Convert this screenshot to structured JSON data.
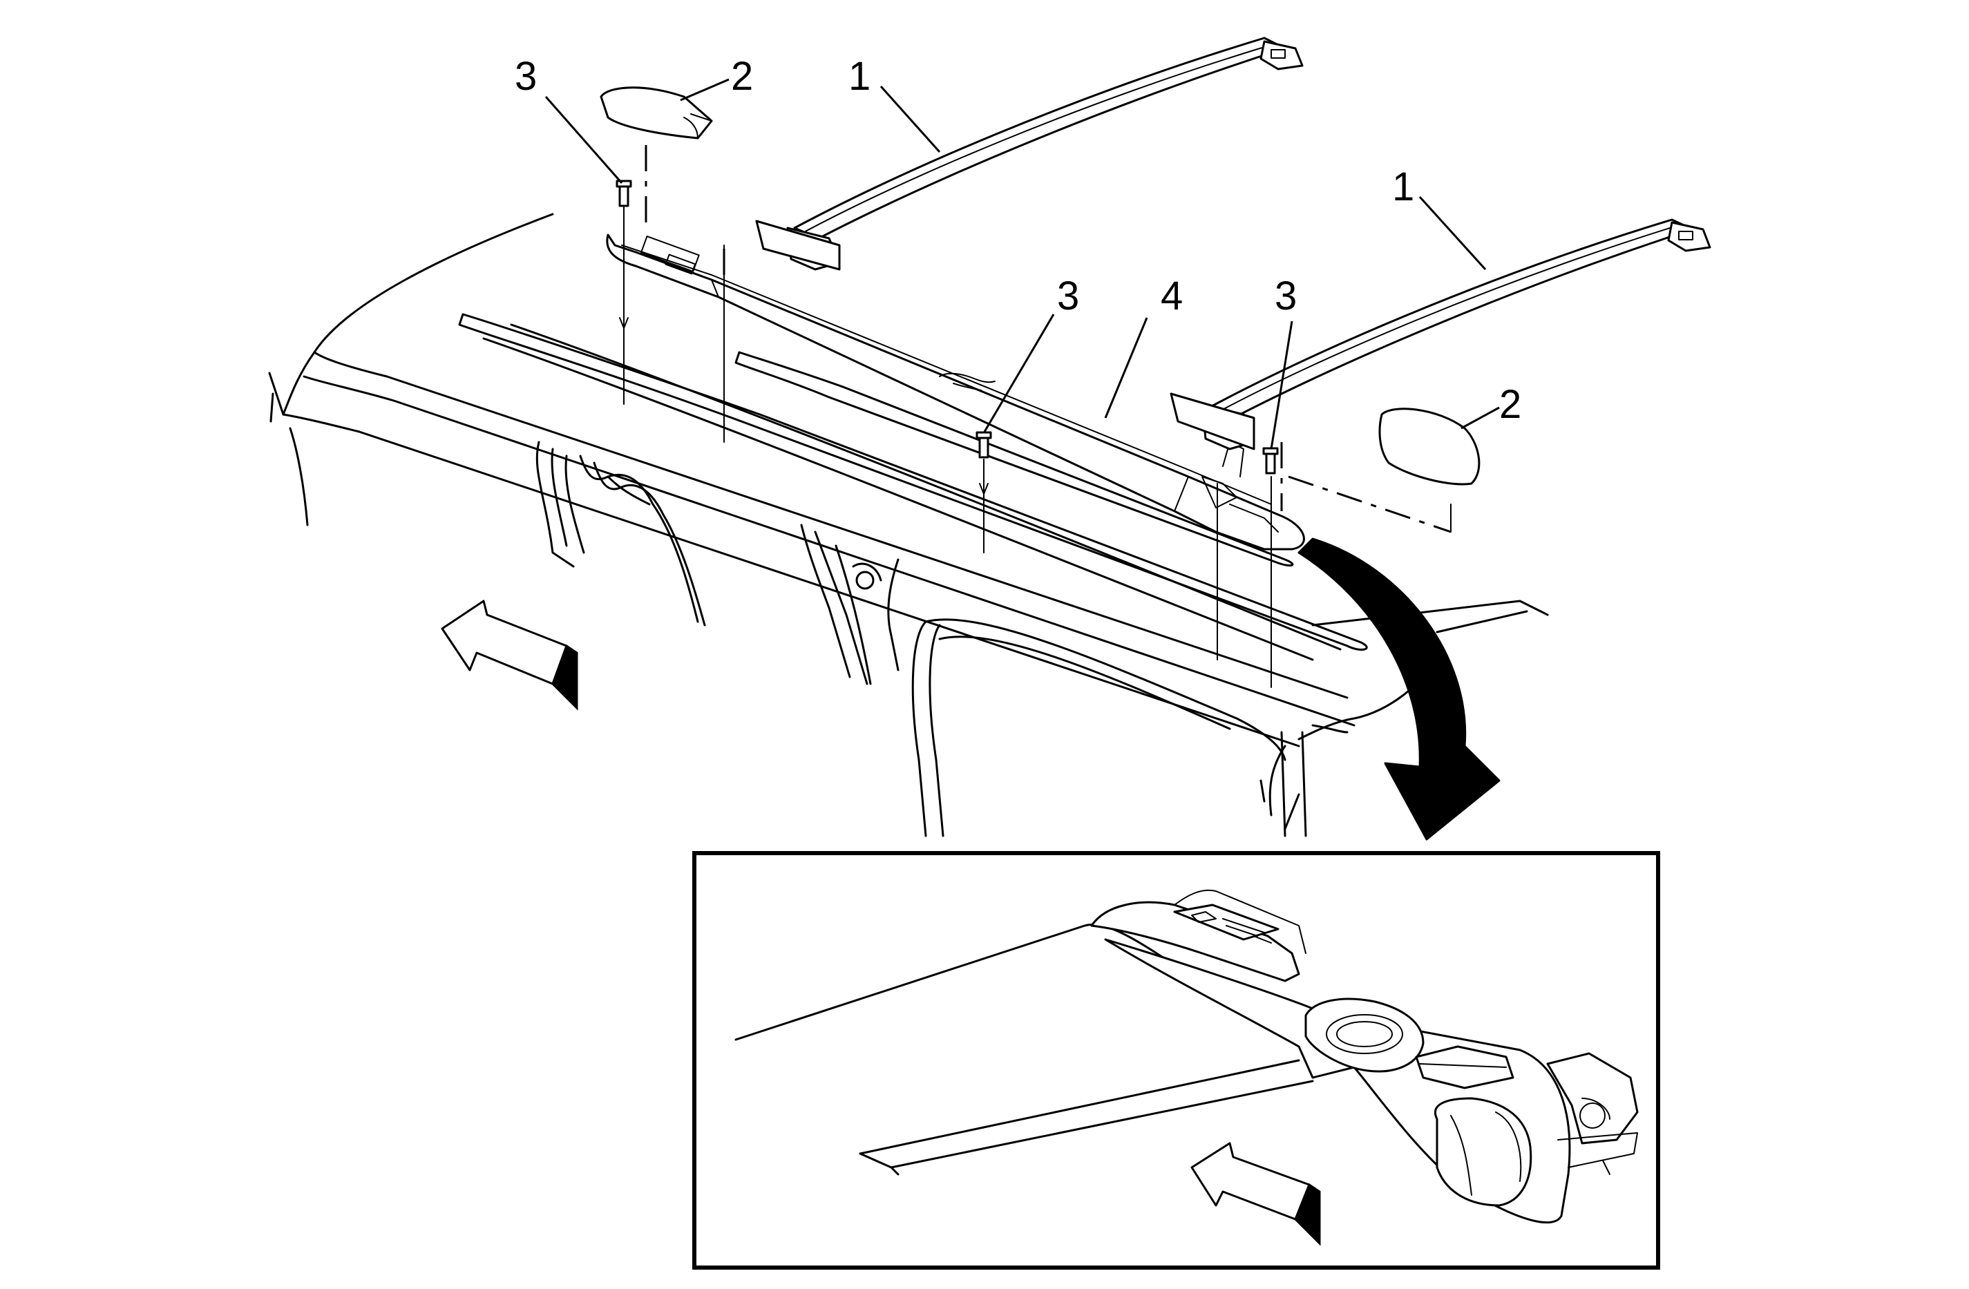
{
  "callouts": {
    "crossbar_front": "1",
    "crossbar_rear": "1",
    "end_cap_front": "2",
    "end_cap_rear": "2",
    "bolt_front": "3",
    "bolt_middle": "3",
    "bolt_rear": "3",
    "side_rail": "4"
  }
}
